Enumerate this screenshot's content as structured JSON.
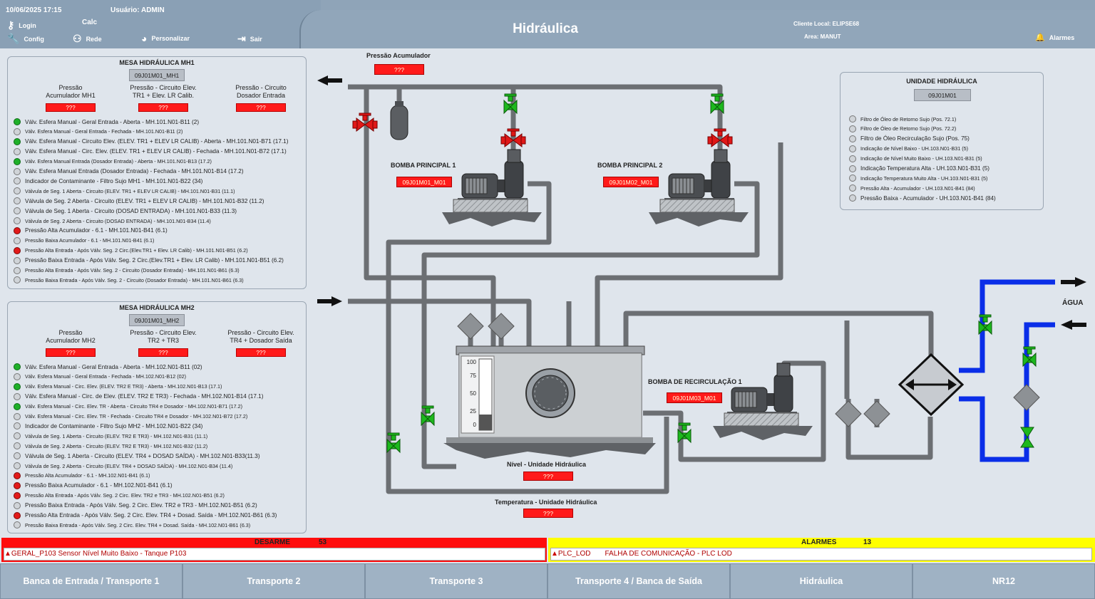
{
  "header": {
    "datetime": "10/06/2025 17:15",
    "user": "Usuário: ADMIN",
    "calc": "Calc",
    "login": "Login",
    "config": "Config",
    "rede": "Rede",
    "personalizar": "Personalizar",
    "sair": "Sair",
    "title": "Hidráulica",
    "cliente": "Cliente Local: ELIPSE68",
    "area": "Area:  MANUT",
    "alarmes": "Alarmes"
  },
  "mh1": {
    "title": "MESA HIDRÁULICA MH1",
    "tag": "09J01M01_MH1",
    "labels": [
      "Pressão\nAcumulador MH1",
      "Pressão - Circuito Elev.\nTR1 + Elev. LR Calib.",
      "Pressão - Circuito\nDosador Entrada"
    ],
    "values": [
      "???",
      "???",
      "???"
    ],
    "signals": [
      {
        "s": "green",
        "t": "Válv. Esfera Manual - Geral Entrada - Aberta - MH.101.N01-B11 (2)",
        "f": 8
      },
      {
        "s": "gray",
        "t": "Válv. Esfera Manual - Geral Entrada - Fechada - MH.101.N01-B11 (2)",
        "f": 7
      },
      {
        "s": "green",
        "t": "Válv. Esfera Manual - Circuito Elev. (ELEV. TR1 + ELEV LR CALIB) - Aberta - MH.101.N01-B71 (17.1)",
        "f": 8
      },
      {
        "s": "gray",
        "t": "Válv. Esfera Manual - Circ. Elev. (ELEV. TR1 + ELEV LR CALIB) - Fechada - MH.101.N01-B72 (17.1)",
        "f": 8
      },
      {
        "s": "green",
        "t": "Válv. Esfera Manual Entrada (Dosador Entrada) - Aberta - MH.101.N01-B13 (17.2)",
        "f": 7
      },
      {
        "s": "gray",
        "t": "Válv. Esfera Manual Entrada (Dosador Entrada) - Fechada - MH.101.N01-B14 (17.2)",
        "f": 8
      },
      {
        "s": "gray",
        "t": "Indicador de Contaminante - Filtro Sujo MH1 - MH.101.N01-B22 (34)",
        "f": 8
      },
      {
        "s": "gray",
        "t": "Válvula de Seg. 1 Aberta - Circuito (ELEV. TR1 + ELEV LR CALIB) - MH.101.N01-B31 (11.1)",
        "f": 7
      },
      {
        "s": "gray",
        "t": "Válvula de Seg. 2 Aberta - Circuito (ELEV. TR1 + ELEV LR CALIB) - MH.101.N01-B32 (11.2)",
        "f": 8
      },
      {
        "s": "gray",
        "t": "Válvula de Seg. 1 Aberta - Circuito (DOSAD ENTRADA) - MH.101.N01-B33 (11.3)",
        "f": 8
      },
      {
        "s": "gray",
        "t": "Válvula de Seg. 2 Aberta - Circuito (DOSAD ENTRADA) - MH.101.N01-B34 (11.4)",
        "f": 7
      },
      {
        "s": "red",
        "t": "Pressão Alta Acumulador - 6.1 - MH.101.N01-B41 (6.1)",
        "f": 8
      },
      {
        "s": "gray",
        "t": "Pressão Baixa Acumulador - 6.1 - MH.101.N01-B41 (6.1)",
        "f": 7
      },
      {
        "s": "red",
        "t": "Pressão Alta Entrada - Após Válv. Seg. 2 Circ.(Elev.TR1 + Elev. LR Calib) - MH.101.N01-B51 (6.2)",
        "f": 7
      },
      {
        "s": "gray",
        "t": "Pressão Baixa Entrada - Após Válv. Seg. 2 Circ.(Elev.TR1 + Elev. LR Calib) - MH.101.N01-B51 (6.2)",
        "f": 8
      },
      {
        "s": "gray",
        "t": "Pressão Alta Entrada - Após Válv. Seg. 2 - Circuito (Dosador Entrada) - MH.101.N01-B61 (6.3)",
        "f": 7
      },
      {
        "s": "gray",
        "t": "Pressão Baixa Entrada - Após Válv. Seg. 2 - Circuito (Dosador Entrada) - MH.101.N01-B61 (6.3)",
        "f": 7
      }
    ]
  },
  "mh2": {
    "title": "MESA HIDRÁULICA MH2",
    "tag": "09J01M01_MH2",
    "labels": [
      "Pressão\nAcumulador MH2",
      "Pressão - Circuito Elev.\nTR2 + TR3",
      "Pressão - Circuito Elev.\nTR4 + Dosador Saída"
    ],
    "values": [
      "???",
      "???",
      "???"
    ],
    "signals": [
      {
        "s": "green",
        "t": "Válv. Esfera Manual - Geral Entrada - Aberta - MH.102.N01-B11 (02)",
        "f": 8
      },
      {
        "s": "gray",
        "t": "Válv. Esfera Manual - Geral Entrada - Fechada - MH.102.N01-B12 (02)",
        "f": 7
      },
      {
        "s": "green",
        "t": "Válv. Esfera Manual - Circ. Elev. (ELEV. TR2 E TR3) - Aberta - MH.102.N01-B13 (17.1)",
        "f": 7
      },
      {
        "s": "gray",
        "t": "Válv. Esfera Manual - Circ. de Elev. (ELEV. TR2 E TR3) - Fechada - MH.102.N01-B14 (17.1)",
        "f": 8
      },
      {
        "s": "green",
        "t": "Válv. Esfera Manual - Circ. Elev. TR - Aberta - Circuito TR4 e Dosador - MH.102.N01-B71 (17.2)",
        "f": 7
      },
      {
        "s": "gray",
        "t": "Válv. Esfera Manual - Circ. Elev. TR - Fechada - Circuito TR4 e Dosador - MH.102.N01-B72 (17.2)",
        "f": 7
      },
      {
        "s": "gray",
        "t": "Indicador de Contaminante - Filtro Sujo MH2 - MH.102.N01-B22 (34)",
        "f": 8
      },
      {
        "s": "gray",
        "t": "Válvula de Seg. 1 Aberta - Circuito (ELEV. TR2 E TR3) - MH.102.N01-B31 (11.1)",
        "f": 7
      },
      {
        "s": "gray",
        "t": "Válvula de Seg. 2 Aberta - Circuito (ELEV. TR2 E TR3) - MH.102.N01-B32 (11.2)",
        "f": 7
      },
      {
        "s": "gray",
        "t": "Válvula de Seg. 1 Aberta - Circuito (ELEV. TR4 + DOSAD SAÍDA) - MH.102.N01-B33(11.3)",
        "f": 8
      },
      {
        "s": "gray",
        "t": "Válvula de Seg. 2 Aberta - Circuito (ELEV. TR4 + DOSAD SAÍDA) - MH.102.N01-B34 (11.4)",
        "f": 7
      },
      {
        "s": "red",
        "t": "Pressão Alta Acumulador - 6.1 - MH.102.N01-B41 (6.1)",
        "f": 7
      },
      {
        "s": "red",
        "t": "Pressão Baixa Acumulador - 6.1 - MH.102.N01-B41 (6.1)",
        "f": 8
      },
      {
        "s": "red",
        "t": "Pressão Alta Entrada - Após Válv. Seg. 2 Circ. Elev. TR2 e TR3 - MH.102.N01-B51 (6.2)",
        "f": 7
      },
      {
        "s": "gray",
        "t": "Pressão Baixa Entrada - Após Válv. Seg. 2 Circ. Elev. TR2 e TR3 - MH.102.N01-B51 (6.2)",
        "f": 8
      },
      {
        "s": "red",
        "t": "Pressão Alta Entrada - Após Válv. Seg. 2 Circ. Elev. TR4 + Dosad. Saída - MH.102.N01-B61 (6.3)",
        "f": 8
      },
      {
        "s": "gray",
        "t": "Pressão Baixa Entrada - Após Válv. Seg. 2 Circ. Elev. TR4 + Dosad. Saída - MH.102.N01-B61 (6.3)",
        "f": 7
      }
    ]
  },
  "uh": {
    "title": "UNIDADE HIDRÁULICA",
    "tag": "09J01M01",
    "signals": [
      {
        "s": "gray",
        "t": "Filtro de Óleo de Retorno Sujo (Pos. 72.1)",
        "f": 7
      },
      {
        "s": "gray",
        "t": "Filtro de Óleo de Retorno Sujo (Pos. 72.2)",
        "f": 7
      },
      {
        "s": "gray",
        "t": "Filtro de Óleo Recirculação Sujo (Pos. 75)",
        "f": 8
      },
      {
        "s": "gray",
        "t": "Indicação de Nível Baixo - UH.103.N01-B31 (5)",
        "f": 7
      },
      {
        "s": "gray",
        "t": "Indicação de Nível Muito Baixo - UH.103.N01-B31 (5)",
        "f": 7
      },
      {
        "s": "gray",
        "t": "Indicação Temperatura Alta - UH.103.N01-B31 (5)",
        "f": 8
      },
      {
        "s": "gray",
        "t": "Indicação Temperatura Muito Alta - UH.103.N01-B31 (5)",
        "f": 7
      },
      {
        "s": "gray",
        "t": "Pressão Alta - Acumulador - UH.103.N01-B41 (84)",
        "f": 7
      },
      {
        "s": "gray",
        "t": "Pressão Baixa - Acumulador - UH.103.N01-B41 (84)",
        "f": 8
      }
    ]
  },
  "diagram": {
    "pressao_acumulador": "Pressão Acumulador",
    "pressao_acumulador_val": "???",
    "bomba1": "BOMBA PRINCIPAL 1",
    "bomba1_tag": "09J01M01_M01",
    "bomba2": "BOMBA PRINCIPAL 2",
    "bomba2_tag": "09J01M02_M01",
    "bomba_recirc": "BOMBA DE RECIRCULAÇÃO 1",
    "bomba_recirc_tag": "09J01M03_M01",
    "nivel": "Nível - Unidade Hidráulica",
    "nivel_val": "???",
    "temperatura": "Temperatura - Unidade Hidráulica",
    "temperatura_val": "???",
    "agua": "ÁGUA",
    "scale": [
      "100",
      "75",
      "50",
      "25",
      "0"
    ],
    "level_fraction": 0.22
  },
  "desarme": {
    "label": "DESARME",
    "count": "53",
    "message": "GERAL_P103 Sensor Nível Muito Baixo - Tanque P103"
  },
  "alarmes": {
    "label": "ALARMES",
    "count": "13",
    "source": "PLC_LOD",
    "message": "FALHA DE COMUNICAÇÃO - PLC LOD"
  },
  "nav": [
    "Banca de Entrada  /  Transporte 1",
    "Transporte 2",
    "Transporte 3",
    "Transporte 4  /  Banca de Saída",
    "Hidráulica",
    "NR12"
  ],
  "colors": {
    "red": "#ff1a1a",
    "green": "#1fb02a",
    "blue": "#0a2ee8",
    "pipe": "#6c6f73"
  }
}
